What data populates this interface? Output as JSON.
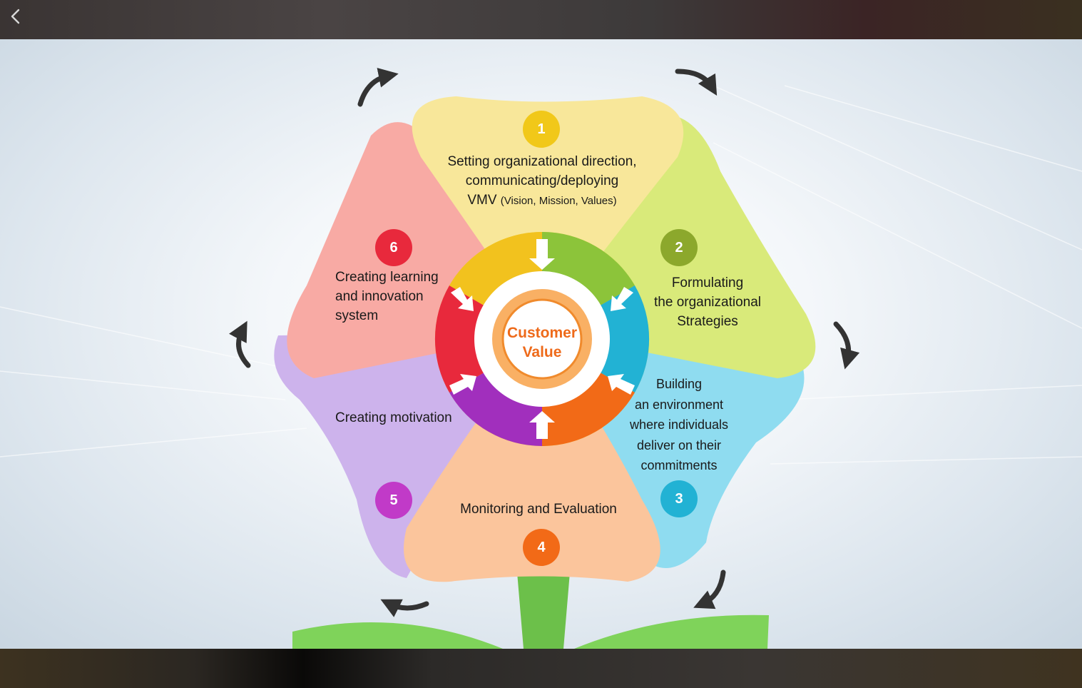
{
  "colors": {
    "petal1": "#f8e79a",
    "petal2": "#d9ea7a",
    "petal3": "#8fdcf0",
    "petal4": "#fbc59c",
    "petal5": "#cdb3ec",
    "petal6": "#f8aaa4",
    "num1": "#f1c819",
    "num2": "#8ca82c",
    "num3": "#22b2d4",
    "num4": "#f26a17",
    "num5": "#c13ac8",
    "num6": "#e8293c",
    "center_text": "#ee6a1a",
    "stem": "#6cc04a"
  },
  "icons": {
    "back": "chevron-left-icon",
    "cycle": "curved-arrow-icon"
  },
  "center": {
    "line1": "Customer",
    "line2": "Value"
  },
  "steps": [
    {
      "number": "1",
      "lines": [
        "Setting organizational direction,",
        "communicating/deploying"
      ],
      "line3_main": "VMV ",
      "line3_small": "(Vision, Mission, Values)"
    },
    {
      "number": "2",
      "lines": [
        "Formulating",
        "the organizational",
        "Strategies"
      ]
    },
    {
      "number": "3",
      "lines": [
        "Building",
        "an environment",
        "where individuals",
        "deliver on their",
        "commitments"
      ]
    },
    {
      "number": "4",
      "lines": [
        "Monitoring and Evaluation"
      ]
    },
    {
      "number": "5",
      "lines": [
        "Creating motivation"
      ]
    },
    {
      "number": "6",
      "lines": [
        "Creating learning",
        "and innovation",
        "system"
      ]
    }
  ]
}
